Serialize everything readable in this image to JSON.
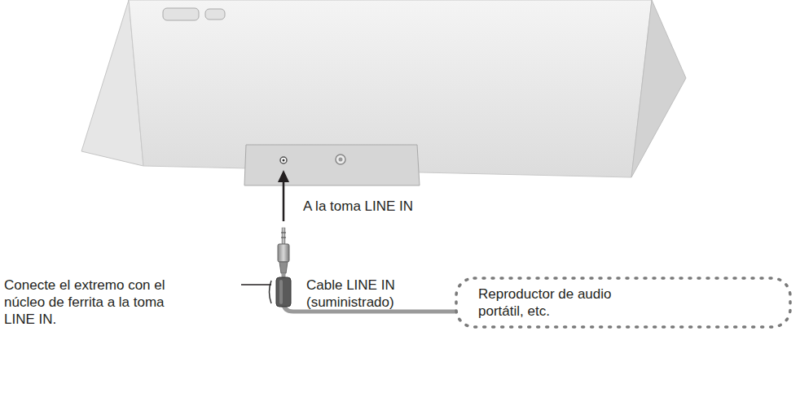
{
  "diagram": {
    "nodes": [
      {
        "text": [
          "Reproductor de audio portátil, etc."
        ]
      }
    ],
    "labels": [
      "A la toma LINE IN",
      "Conecte el extremo con el núcleo de ferrita a la toma LINE IN.",
      "Cable LINE IN (suministrado)"
    ]
  }
}
